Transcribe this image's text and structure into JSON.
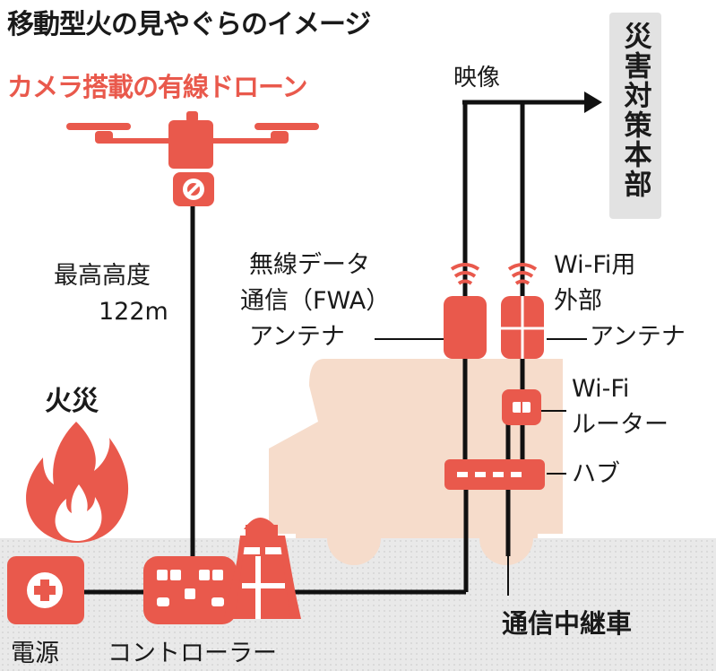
{
  "title": "移動型火の見やぐらのイメージ",
  "drone_label": "カメラ搭載の有線ドローン",
  "video_label": "映像",
  "hq_label": "災害対策本部",
  "altitude_label": [
    "最高高度",
    "122m"
  ],
  "fwa_antenna_label": [
    "無線データ",
    "通信（FWA）",
    "アンテナ"
  ],
  "wifi_antenna_label": [
    "Wi-Fi用",
    "外部",
    "アンテナ"
  ],
  "router_label": [
    "Wi-Fi",
    "ルーター"
  ],
  "hub_label": "ハブ",
  "fire_label": "火災",
  "vehicle_label": "通信中継車",
  "power_label": "電源",
  "controller_label": "コントローラー",
  "colors": {
    "accent_red": "#e9594c",
    "vehicle_fill": "#f6dccb",
    "ground_gray": "#e6e6e6",
    "line_black": "#111111",
    "hq_box": "#e2e2e2"
  },
  "icons": [
    "drone-icon",
    "fire-icon",
    "power-supply-icon",
    "controller-icon",
    "firefighter-icon",
    "vehicle-icon",
    "antenna-icon",
    "router-icon",
    "hub-icon",
    "arrow-right-icon"
  ]
}
